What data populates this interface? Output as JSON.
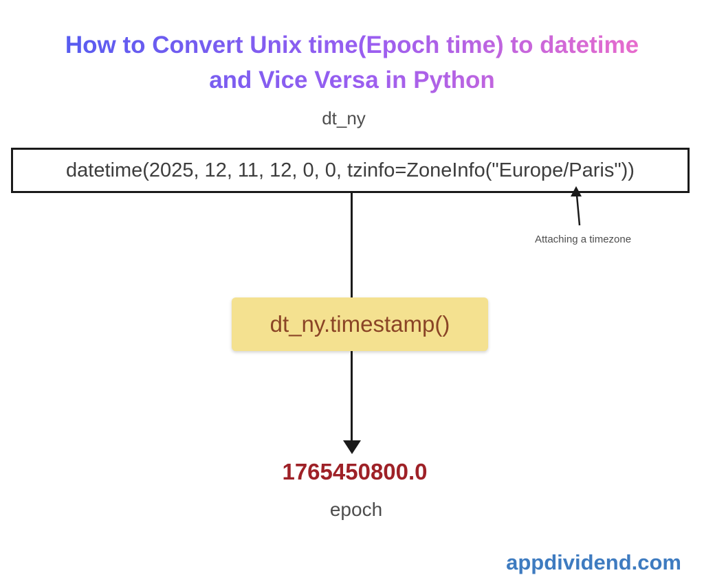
{
  "title": {
    "text": "How to Convert Unix time(Epoch time) to datetime\nand Vice Versa in Python"
  },
  "diagram": {
    "variable_label": "dt_ny",
    "datetime_expression": "datetime(2025, 12, 11, 12, 0, 0, tzinfo=ZoneInfo(\"Europe/Paris\"))",
    "timezone_annotation": "Attaching a timezone",
    "method_call": "dt_ny.timestamp()",
    "epoch_value": "1765450800.0",
    "epoch_label": "epoch"
  },
  "footer": {
    "brand": "appdividend.com"
  },
  "colors": {
    "title_gradient_start": "#4B5BF0",
    "title_gradient_mid": "#9A5EF0",
    "title_gradient_end": "#F56EC6",
    "epoch_value": "#9E2127",
    "highlight_bg": "#F4E190",
    "highlight_text": "#8A4426",
    "brand": "#3E7BC0",
    "label_gray": "#4D4D4D",
    "line_black": "#1A1A1A",
    "box_text": "#3D3D3D"
  }
}
